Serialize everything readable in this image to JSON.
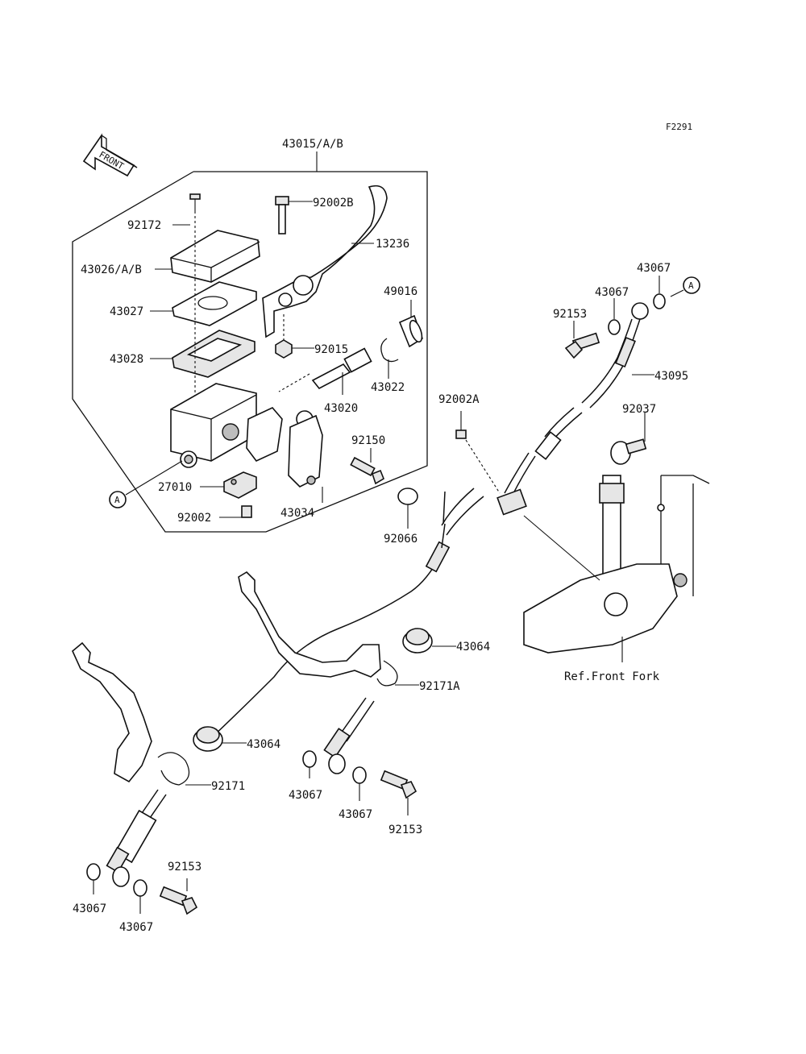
{
  "figure_code": "F2291",
  "front_arrow_label": "FRONT",
  "callout_a": "A",
  "reference_label": "Ref.Front Fork",
  "parts": {
    "p43015": "43015/A/B",
    "p92002B": "92002B",
    "p13236": "13236",
    "p92172": "92172",
    "p43026": "43026/A/B",
    "p43027": "43027",
    "p43028": "43028",
    "p49016": "49016",
    "p92015": "92015",
    "p43022": "43022",
    "p43020": "43020",
    "p92150": "92150",
    "p27010": "27010",
    "p92002": "92002",
    "p43034": "43034",
    "p92066": "92066",
    "p92002A": "92002A",
    "p43067_top1": "43067",
    "p43067_top2": "43067",
    "p92153_top": "92153",
    "p43095": "43095",
    "p92037": "92037",
    "p43064_right": "43064",
    "p92171A": "92171A",
    "p43064_left": "43064",
    "p92171": "92171",
    "p43067_mid1": "43067",
    "p43067_mid2": "43067",
    "p92153_mid": "92153",
    "p92153_bot": "92153",
    "p43067_bot1": "43067",
    "p43067_bot2": "43067"
  }
}
